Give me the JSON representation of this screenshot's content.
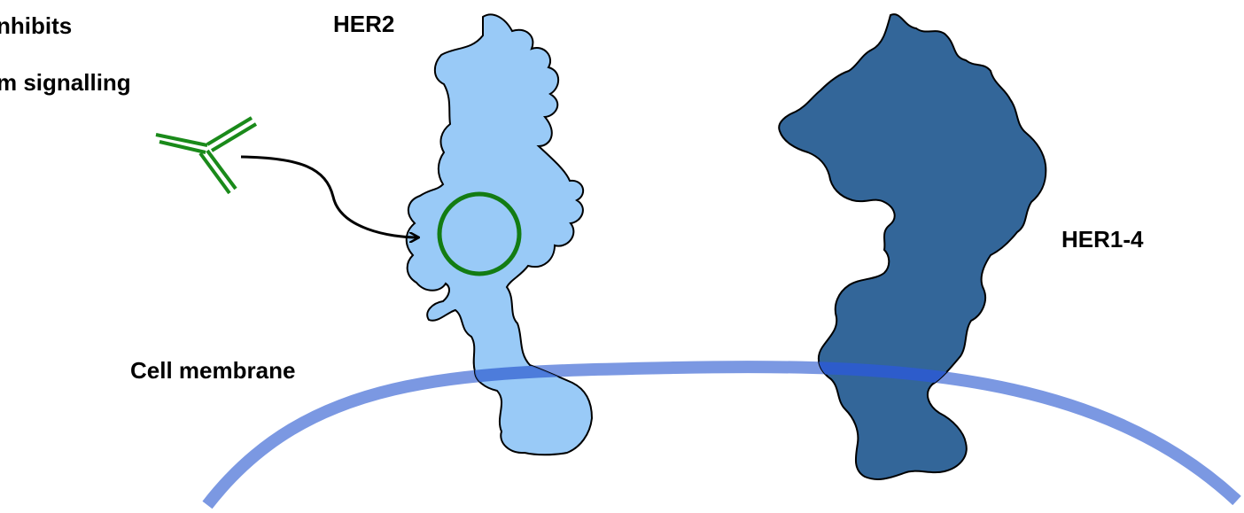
{
  "labels": {
    "inhibits_line1": "nhibits",
    "inhibits_line2": "m signalling",
    "her2": "HER2",
    "her1_4": "HER1-4",
    "cell_membrane": "Cell membrane"
  },
  "colors": {
    "her2_fill": "#99CAF7",
    "her1_4_fill": "#336699",
    "membrane": "#7B98E2",
    "membrane_overlap": "#2D5CCB",
    "antibody": "#1A8A1A",
    "binding_site": "#137C13",
    "outline": "#000000"
  }
}
